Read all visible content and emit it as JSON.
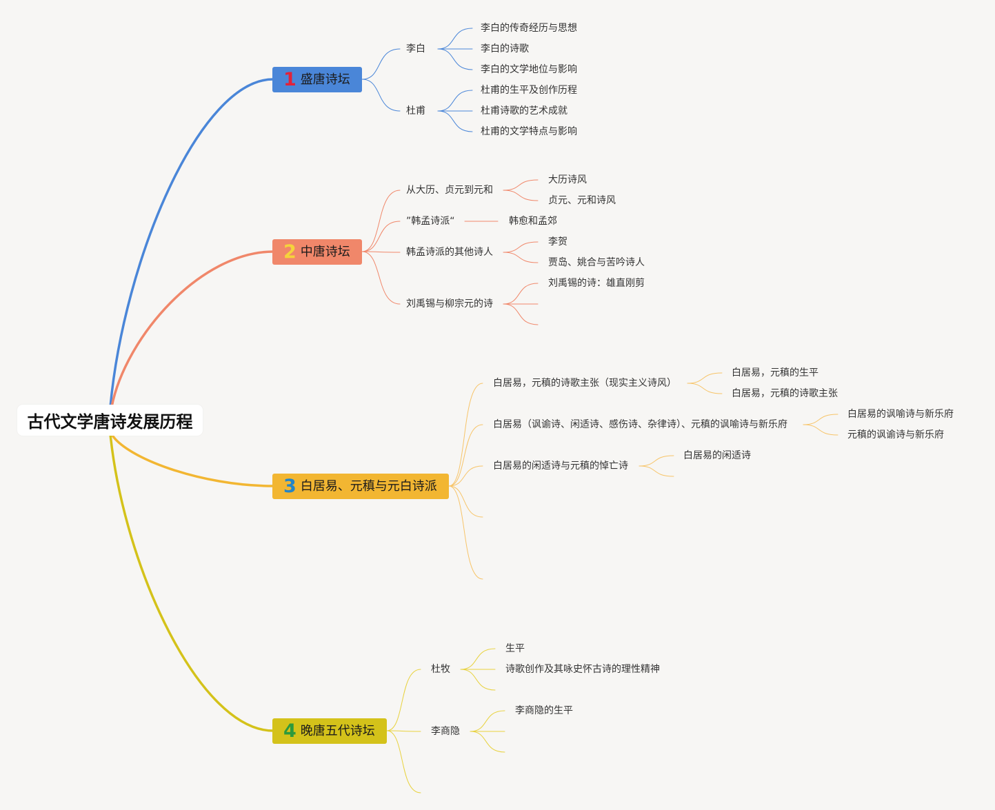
{
  "root": {
    "label": "古代文学唐诗发展历程"
  },
  "colors": {
    "b1": "#4a86d8",
    "b2": "#f0876a",
    "b3": "#f2b632",
    "b4": "#d4c21a",
    "b1_num": "#e2223a",
    "b2_num": "#f5d33b",
    "b3_num": "#2585c6",
    "b4_num": "#2e9a3c",
    "b3_line": "#f7c468",
    "b4_line": "#e8d23e"
  },
  "branches": [
    {
      "num": "1",
      "label": "盛唐诗坛",
      "children": [
        {
          "label": "李白",
          "children": [
            "李白的传奇经历与思想",
            "李白的诗歌",
            "李白的文学地位与影响"
          ]
        },
        {
          "label": "杜甫",
          "children": [
            "杜甫的生平及创作历程",
            "杜甫诗歌的艺术成就",
            "杜甫的文学特点与影响"
          ]
        }
      ]
    },
    {
      "num": "2",
      "label": "中唐诗坛",
      "children": [
        {
          "label": "从大历、贞元到元和",
          "children": [
            "大历诗风",
            "贞元、元和诗风"
          ]
        },
        {
          "label": "”韩孟诗派“",
          "children": [
            "韩愈和孟郊"
          ]
        },
        {
          "label": "韩孟诗派的其他诗人",
          "children": [
            "李贺",
            "贾岛、姚合与苦吟诗人"
          ]
        },
        {
          "label": "刘禹锡与柳宗元的诗",
          "children": [
            "刘禹锡的诗：雄直刚剪",
            "",
            ""
          ]
        }
      ]
    },
    {
      "num": "3",
      "label": "白居易、元稹与元白诗派",
      "children": [
        {
          "label": "白居易，元稹的诗歌主张（现实主义诗风）",
          "children": [
            "白居易，元稹的生平",
            "白居易，元稹的诗歌主张"
          ]
        },
        {
          "label": "白居易（讽谕诗、闲适诗、感伤诗、杂律诗）、元稹的讽喻诗与新乐府",
          "children": [
            "白居易的讽喻诗与新乐府",
            "元稹的讽谕诗与新乐府"
          ]
        },
        {
          "label": "白居易的闲适诗与元稹的悼亡诗",
          "children": [
            "白居易的闲适诗",
            ""
          ]
        },
        {
          "label": "",
          "children": []
        },
        {
          "label": "",
          "children": []
        }
      ]
    },
    {
      "num": "4",
      "label": "晚唐五代诗坛",
      "children": [
        {
          "label": "杜牧",
          "children": [
            "生平",
            "诗歌创作及其咏史怀古诗的理性精神",
            ""
          ]
        },
        {
          "label": "李商隐",
          "children": [
            "李商隐的生平",
            "",
            ""
          ]
        },
        {
          "label": "",
          "children": []
        }
      ]
    }
  ]
}
